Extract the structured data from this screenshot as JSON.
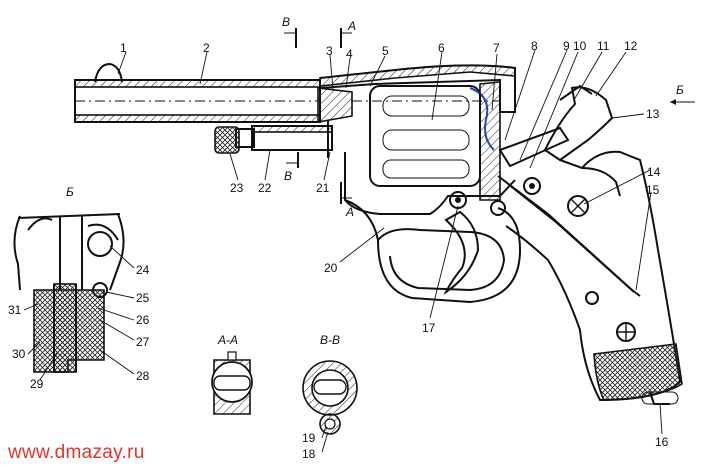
{
  "part_numbers": [
    "1",
    "2",
    "3",
    "4",
    "5",
    "6",
    "7",
    "8",
    "9",
    "10",
    "11",
    "12",
    "13",
    "14",
    "15",
    "16",
    "17",
    "18",
    "19",
    "20",
    "21",
    "22",
    "23",
    "24",
    "25",
    "26",
    "27",
    "28",
    "29",
    "30",
    "31"
  ],
  "section_marks": {
    "v_top": "В",
    "a_top": "А",
    "v_bottom": "В",
    "a_bottom": "А",
    "b_arrow": "Б",
    "b_view": "Б",
    "aa_view": "А-А",
    "vv_view": "В-В"
  },
  "watermark": "www.dmazay.ru",
  "colors": {
    "ink": "#111111",
    "blue_spring": "#2244cc",
    "watermark": "#e4322b"
  }
}
